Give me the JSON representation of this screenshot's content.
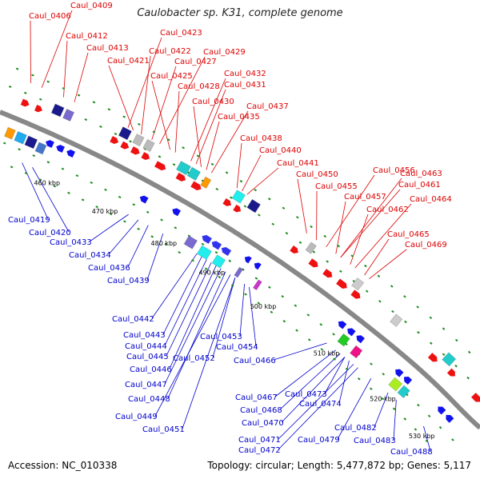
{
  "title": "Caulobacter sp. K31, complete genome",
  "footer": {
    "accession": "Accession: NC_010338",
    "topology": "Topology: circular; Length: 5,477,872 bp; Genes: 5,117"
  },
  "colors": {
    "forward_label": "#dd0000",
    "reverse_label": "#0000cc",
    "backbone": "#888888",
    "tick": "#1e8c1e"
  },
  "ticks": [
    "460 kbp",
    "470 kbp",
    "480 kbp",
    "490 kbp",
    "500 kbp",
    "510 kbp",
    "520 kbp",
    "530 kbp"
  ],
  "forward_labels": [
    "Caul_0409",
    "Caul_0406",
    "Caul_0412",
    "Caul_0413",
    "Caul_0423",
    "Caul_0421",
    "Caul_0422",
    "Caul_0427",
    "Caul_0429",
    "Caul_0425",
    "Caul_0428",
    "Caul_0432",
    "Caul_0431",
    "Caul_0430",
    "Caul_0437",
    "Caul_0435",
    "Caul_0438",
    "Caul_0440",
    "Caul_0441",
    "Caul_0450",
    "Caul_0456",
    "Caul_0463",
    "Caul_0455",
    "Caul_0461",
    "Caul_0457",
    "Caul_0464",
    "Caul_0462",
    "Caul_0465",
    "Caul_0469"
  ],
  "reverse_labels": [
    "Caul_0419",
    "Caul_0420",
    "Caul_0433",
    "Caul_0434",
    "Caul_0436",
    "Caul_0439",
    "Caul_0442",
    "Caul_0443",
    "Caul_0444",
    "Caul_0445",
    "Caul_0446",
    "Caul_0452",
    "Caul_0453",
    "Caul_0454",
    "Caul_0447",
    "Caul_0448",
    "Caul_0449",
    "Caul_0451",
    "Caul_0466",
    "Caul_0467",
    "Caul_0473",
    "Caul_0468",
    "Caul_0474",
    "Caul_0470",
    "Caul_0471",
    "Caul_0472",
    "Caul_0479",
    "Caul_0482",
    "Caul_0483",
    "Caul_0488"
  ]
}
